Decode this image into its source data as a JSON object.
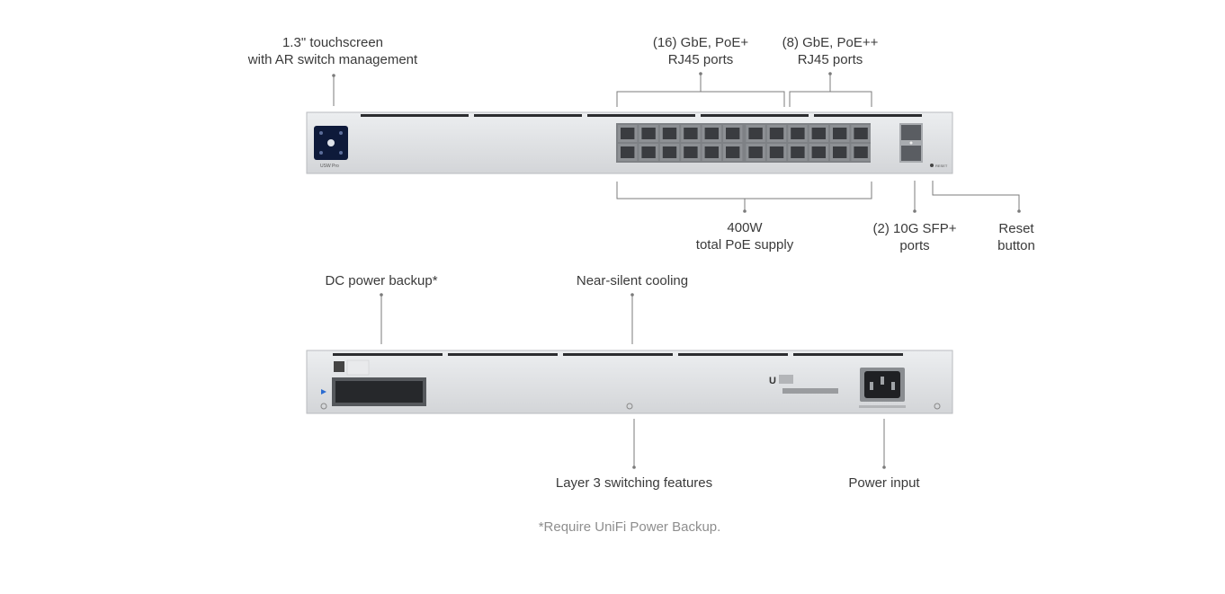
{
  "front_labels": {
    "touchscreen": {
      "line1": "1.3\" touchscreen",
      "line2": "with AR switch management"
    },
    "gbe_poe_plus": {
      "line1": "(16) GbE, PoE+",
      "line2": "RJ45 ports"
    },
    "gbe_poe_plusplus": {
      "line1": "(8) GbE, PoE++",
      "line2": "RJ45 ports"
    },
    "poe_supply": {
      "line1": "400W",
      "line2": "total PoE supply"
    },
    "sfp_ports": {
      "line1": "(2) 10G SFP+",
      "line2": "ports"
    },
    "reset_button": {
      "line1": "Reset",
      "line2": "button"
    }
  },
  "rear_labels": {
    "dc_backup": "DC power backup*",
    "cooling": "Near-silent cooling",
    "layer3": "Layer 3 switching features",
    "power_input": "Power input"
  },
  "device_text": {
    "model_badge": "USW Pro",
    "reset_text": "RESET"
  },
  "footnote": "*Require UniFi Power Backup.",
  "colors": {
    "chassis": "#dcdde0",
    "chassis_edge": "#b9bbbf",
    "vent": "#2c2d30",
    "port": "#8d9094",
    "port_hole": "#3a3c40",
    "screen": "#0e1a3a",
    "leader": "#7b7b7b"
  }
}
